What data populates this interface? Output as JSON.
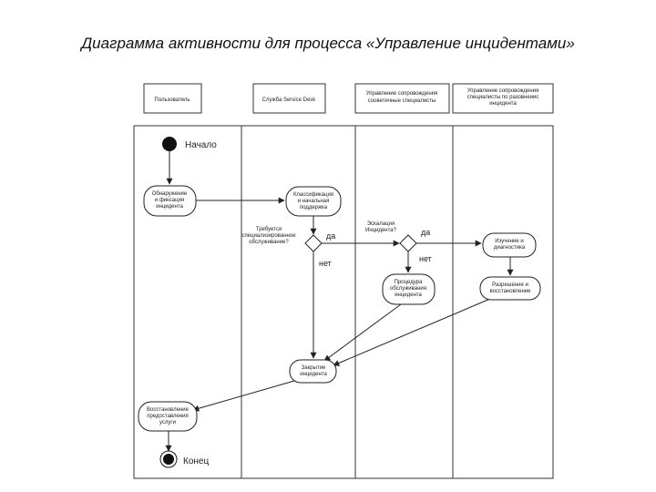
{
  "title": "Диаграмма активности для процесса «Управление инцидентами»",
  "swimlanes": [
    {
      "id": "user",
      "label": [
        "Пользователь"
      ]
    },
    {
      "id": "servicedesk",
      "label": [
        "Служба Service Desk"
      ]
    },
    {
      "id": "support",
      "label": [
        "Управление сопровождения",
        "сооветичные специалисты"
      ]
    },
    {
      "id": "specialists",
      "label": [
        "Управление сопровождения",
        "специалисты по разовнеиис",
        "инцидента"
      ]
    }
  ],
  "nodes": {
    "start_label": "Начало",
    "end_label": "Конец",
    "detect": [
      "Обнаружение",
      "и фиксация",
      "инцидента"
    ],
    "classify": [
      "Классификация",
      "и начальная",
      "поддержка"
    ],
    "special_question": [
      "Требуется",
      "специализированное",
      "обслуживание?"
    ],
    "escalation_question": [
      "Эскалация",
      "Инцидента?"
    ],
    "procedure": [
      "Процедура",
      "обслуживания",
      "инцидента"
    ],
    "study": [
      "Изучение и",
      "диагностика"
    ],
    "resolve": [
      "Разрешение и",
      "восстановление"
    ],
    "close": [
      "Закрытие",
      "инцидента"
    ],
    "restore": [
      "Восстановление",
      "предоставления",
      "услуги"
    ],
    "yes1": "да",
    "no1": "нет",
    "yes2": "да",
    "no2": "нет"
  }
}
